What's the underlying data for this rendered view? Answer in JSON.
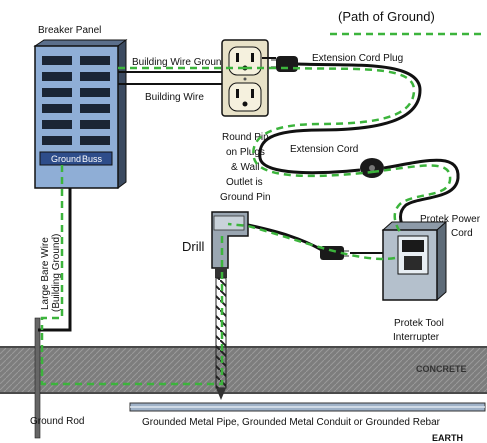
{
  "title": "(Path of Ground)",
  "labels": {
    "breaker_panel": "Breaker Panel",
    "building_wire_ground": "Building Wire Ground",
    "building_wire": "Building Wire",
    "extension_cord_plug": "Extension Cord Plug",
    "round_pin_1": "Round Pin",
    "round_pin_2": "on Plugs",
    "round_pin_3": "& Wall",
    "round_pin_4": "Outlet is",
    "round_pin_5": "Ground Pin",
    "extension_cord": "Extension Cord",
    "ground_buss_1": "Ground",
    "ground_buss_2": "Buss",
    "large_bare_wire": "Large Bare Wire",
    "building_ground": "(Building Ground)",
    "drill": "Drill",
    "protek_power_1": "Protek Power",
    "protek_power_2": "Cord",
    "protek_tool_1": "Protek Tool",
    "protek_tool_2": "Interrupter",
    "concrete": "CONCRETE",
    "ground_rod": "Ground Rod",
    "grounded_pipe": "Grounded Metal Pipe, Grounded Metal Conduit or Grounded Rebar",
    "earth": "EARTH"
  },
  "colors": {
    "ground_path": "#3cb43c",
    "panel_fill": "#8faed6",
    "concrete": "#7a7a7a",
    "wire": "#111111"
  }
}
